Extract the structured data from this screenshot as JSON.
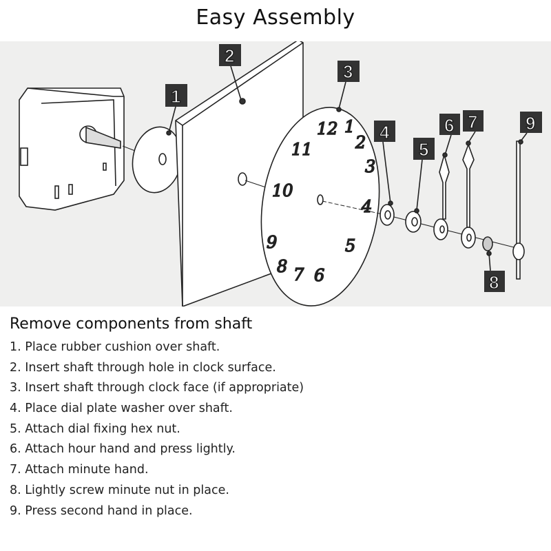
{
  "title": "Easy Assembly",
  "diagram": {
    "labels": [
      "1",
      "2",
      "3",
      "4",
      "5",
      "6",
      "7",
      "8",
      "9"
    ],
    "dial_numerals": [
      "12",
      "1",
      "2",
      "3",
      "4",
      "5",
      "6",
      "7",
      "8",
      "9",
      "10",
      "11"
    ]
  },
  "subtitle": "Remove components from shaft",
  "steps": [
    "1. Place rubber cushion over shaft.",
    "2. Insert shaft through hole in clock surface.",
    "3. Insert shaft through clock face (if appropriate)",
    "4. Place dial plate washer over shaft.",
    "5. Attach dial fixing hex nut.",
    "6. Attach hour hand and press lightly.",
    "7. Attach minute hand.",
    "8. Lightly screw minute nut in place.",
    "9. Press second hand in place."
  ]
}
